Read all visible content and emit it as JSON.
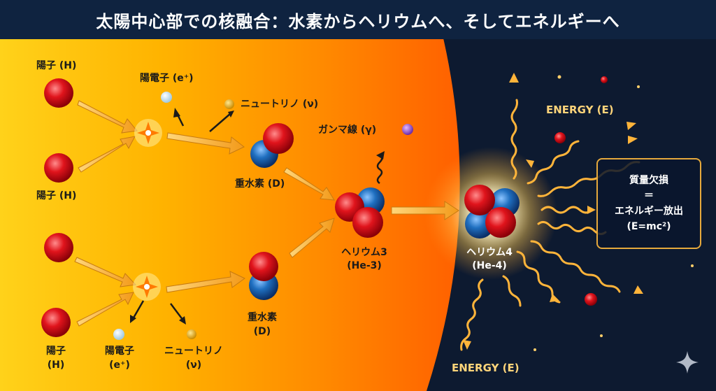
{
  "title": "太陽中心部での核融合：水素からヘリウムへ、そしてエネルギーへ",
  "labels": {
    "proton": "陽子 (H)",
    "proton_top": "陽子",
    "proton_bottom": "(H)",
    "positron": "陽電子 (e⁺)",
    "positron_top": "陽電子",
    "positron_bottom": "(e⁺)",
    "neutrino": "ニュートリノ (ν)",
    "neutrino_top": "ニュートリノ",
    "neutrino_bottom": "(ν)",
    "gamma": "ガンマ線 (γ)",
    "deuterium": "重水素 (D)",
    "deuterium_top": "重水素",
    "deuterium_bottom": "(D)",
    "he3_top": "ヘリウム3",
    "he3_bottom": "(He-3)",
    "he4_top": "ヘリウム4",
    "he4_bottom": "(He-4)",
    "energy": "ENERGY (E)"
  },
  "mass_defect_box": {
    "line1": "質量欠損",
    "line2": "＝",
    "line3": "エネルギー放出",
    "line4": "(E=mc²)"
  },
  "colors": {
    "proton": "#d8111b",
    "neutron": "#1f6fc0",
    "header_bg": "#0f2340",
    "box_border": "#e6a93c"
  }
}
